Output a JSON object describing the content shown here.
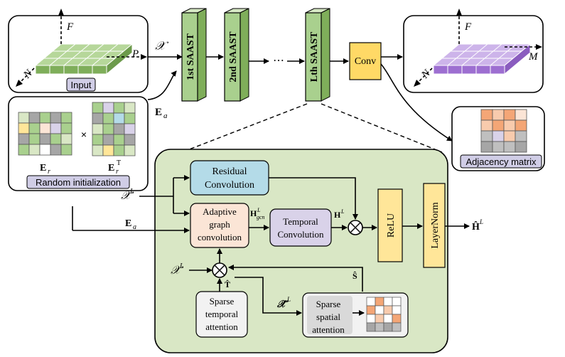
{
  "input_panel": {
    "label": "Input",
    "axis_f": "F",
    "axis_p": "P",
    "axis_n": "N"
  },
  "x_symbol": "𝒳",
  "ea_symbol": "E",
  "ea_sub": "a",
  "saast_blocks": [
    "1st  SAAST",
    "2nd  SAAST",
    "Lth SAAST"
  ],
  "ellipsis": "⋯",
  "conv_label": "Conv",
  "output_panel": {
    "axis_f": "F",
    "axis_m": "M",
    "axis_n": "N"
  },
  "adjacency_label": "Adjacency matrix",
  "random_init": {
    "times": "×",
    "er_label": "E",
    "er_sub": "r",
    "ert_label": "E",
    "ert_sub": "r",
    "ert_sup": "T",
    "label": "Random initialization"
  },
  "detail": {
    "xl": "𝒳",
    "xl_sup": "L",
    "ea": "E",
    "ea_sub": "a",
    "residual_line1": "Residual",
    "residual_line2": "Convolution",
    "agc_line1": "Adaptive",
    "agc_line2": "graph",
    "agc_line3": "convolution",
    "hgcn": "H",
    "hgcn_sub": "gcn",
    "hgcn_sup": "L",
    "temporal_conv_line1": "Temporal",
    "temporal_conv_line2": "Convolution",
    "hl": "H",
    "hl_sup": "L",
    "relu": "ReLU",
    "layernorm": "LayerNorm",
    "hhat": "Ĥ",
    "hhat_sup": "L",
    "xl2": "𝒳",
    "xl2_sup": "L",
    "t_hat": "T̂",
    "s_hat": "Ŝ",
    "x_hat": "𝒳̂",
    "x_hat_sup": "L",
    "sta_line1": "Sparse",
    "sta_line2": "temporal",
    "sta_line3": "attention",
    "ssa_line1": "Sparse",
    "ssa_line2": "spatial",
    "ssa_line3": "attention",
    "otimes": "⊗"
  },
  "colors": {
    "green_cube": "#8fbf6a",
    "purple_cube": "#a77fd4",
    "saast_fill": "#a9d08e",
    "conv_fill": "#ffd966",
    "detail_bg": "#d9e7c5",
    "residual_fill": "#b4dbe8",
    "agc_fill": "#fbe5d6",
    "tconv_fill": "#d9d2e9",
    "relu_fill": "#ffe699"
  }
}
